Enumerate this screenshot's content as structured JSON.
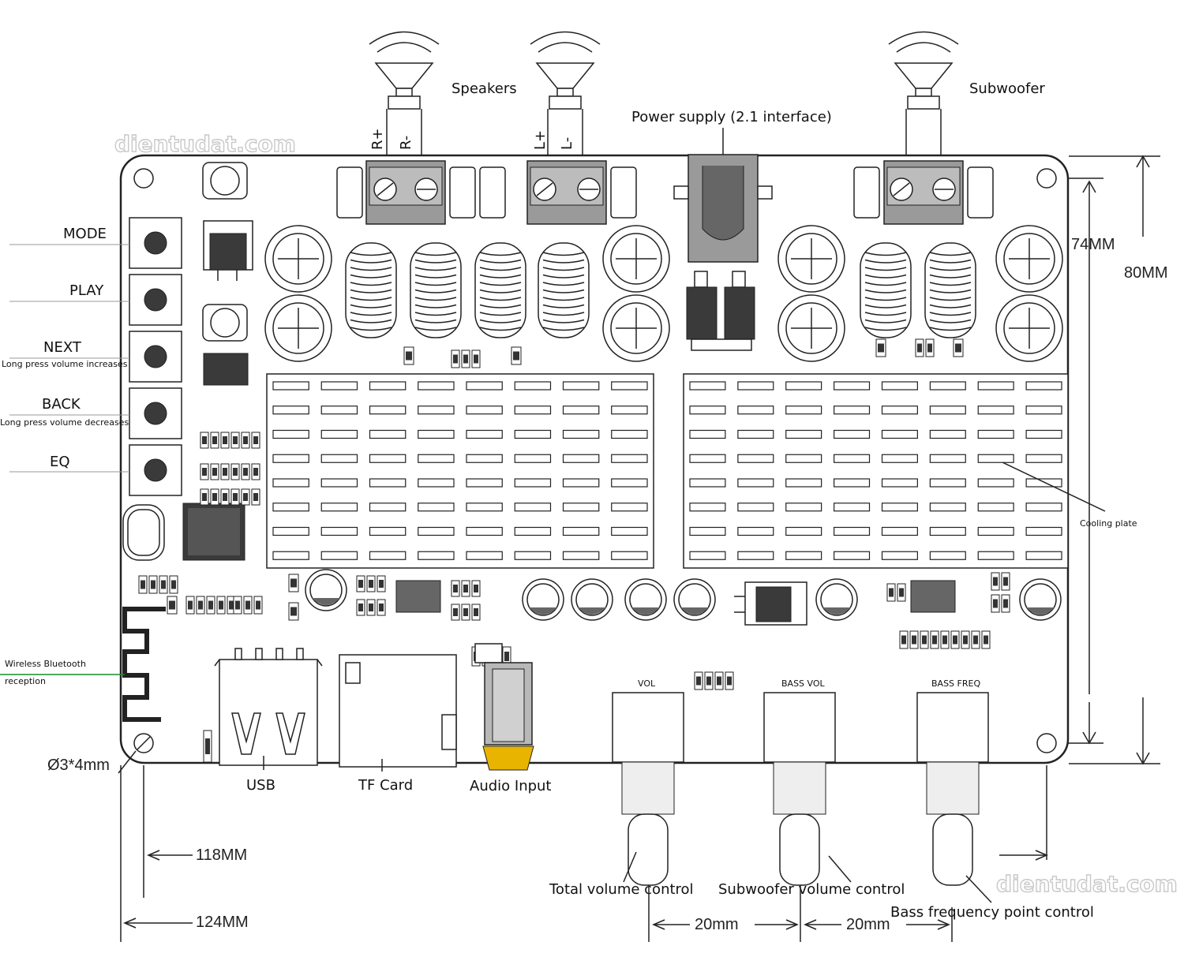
{
  "labels": {
    "speakers": "Speakers",
    "subwoofer": "Subwoofer",
    "power_supply": "Power supply (2.1 interface)",
    "mode": "MODE",
    "play": "PLAY",
    "next": "NEXT",
    "next_note": "Long press volume increases",
    "back": "BACK",
    "back_note": "Long press volume decreases",
    "eq": "EQ",
    "cooling_plate": "Cooling plate",
    "wireless": "Wireless Bluetooth",
    "wireless2": "reception",
    "usb": "USB",
    "tf_card": "TF Card",
    "audio_input": "Audio Input",
    "total_volume": "Total volume control",
    "sub_volume": "Subwoofer volume control",
    "bass_freq": "Bass frequency point control",
    "hole": "Ø3*4mm",
    "r_plus": "R+",
    "r_minus": "R-",
    "l_plus": "L+",
    "l_minus": "L-",
    "pot_vol": "VOL",
    "pot_bass_vol": "BASS VOL",
    "pot_bass_freq": "BASS FREQ"
  },
  "dimensions": {
    "h_74": "74MM",
    "h_80": "80MM",
    "w_118": "118MM",
    "w_124": "124MM",
    "spacing_1": "20mm",
    "spacing_2": "20mm"
  },
  "watermark": "dientudat.com",
  "colors": {
    "line": "#222222",
    "green_line": "#1a8a2a",
    "jack_yellow": "#e8b400",
    "dark_part": "#3a3a3a"
  }
}
